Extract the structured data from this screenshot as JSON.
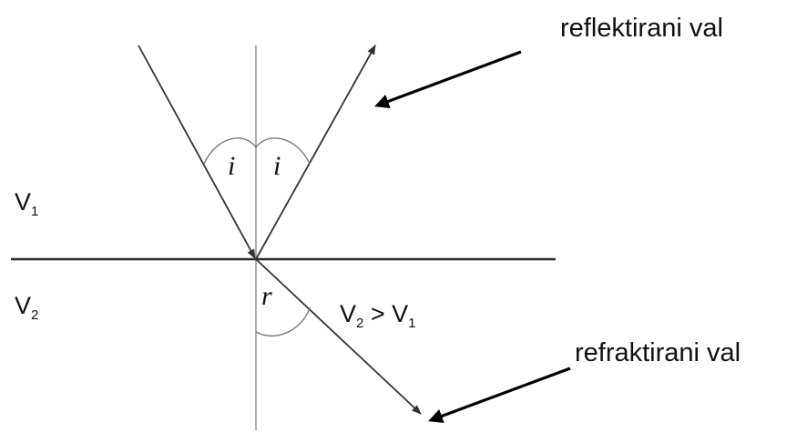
{
  "labels": {
    "reflected": "reflektirani val",
    "refracted": "refraktirani val",
    "medium_1": {
      "letter": "V",
      "sub": "1"
    },
    "medium_2": {
      "letter": "V",
      "sub": "2"
    },
    "comparison": {
      "left": "V",
      "left_sub": "2",
      "op": " > V",
      "right_sub": "1"
    },
    "incidence_angle": "i",
    "reflection_angle": "i",
    "refraction_angle": "r"
  }
}
